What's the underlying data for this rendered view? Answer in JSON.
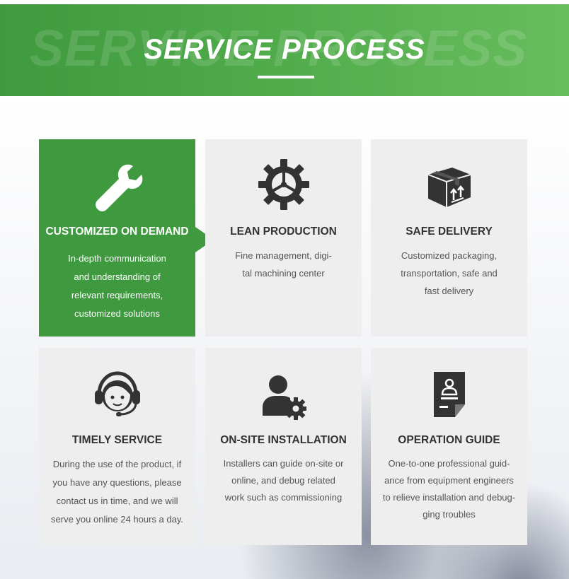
{
  "header": {
    "background_text": "SERVICE PROCESS",
    "title": "SERVICE PROCESS"
  },
  "colors": {
    "accent": "#3f9a3f",
    "card_bg": "#eeeeee",
    "icon": "#333333"
  },
  "cards": [
    {
      "icon": "wrench-icon",
      "title": "CUSTOMIZED ON DEMAND",
      "lines": [
        "In-depth communication",
        "and understanding of",
        "relevant requirements,",
        "customized solutions"
      ]
    },
    {
      "icon": "gear-icon",
      "title": "LEAN PRODUCTION",
      "lines": [
        "Fine management, digi-",
        "tal machining center"
      ]
    },
    {
      "icon": "package-icon",
      "title": "SAFE DELIVERY",
      "lines": [
        "Customized packaging,",
        "transportation, safe and",
        "fast delivery"
      ]
    },
    {
      "icon": "headset-agent-icon",
      "title": "TIMELY SERVICE",
      "lines": [
        "During the use of the product, if",
        "you have any questions, please",
        "contact us in time, and we will",
        "serve you online 24 hours a day."
      ]
    },
    {
      "icon": "user-gear-icon",
      "title": "ON-SITE INSTALLATION",
      "lines": [
        "Installers can guide on-site or",
        "online, and debug related",
        "work such as commissioning"
      ]
    },
    {
      "icon": "document-guide-icon",
      "title": "OPERATION GUIDE",
      "lines": [
        "One-to-one professional guid-",
        "ance from equipment engineers",
        "to relieve installation and debug-",
        "ging troubles"
      ]
    }
  ]
}
